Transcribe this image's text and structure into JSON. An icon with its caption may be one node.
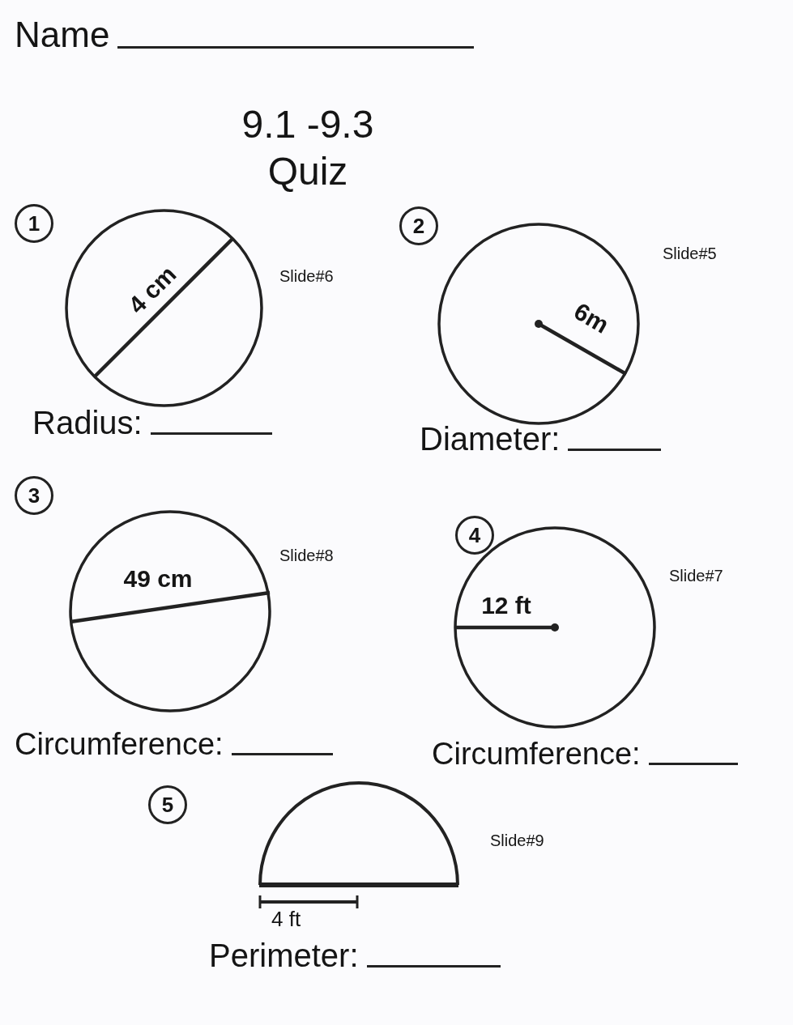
{
  "diagram": {
    "title": "9.1 -9.3 Quiz",
    "nodes": [
      {
        "text": [
          "1"
        ]
      },
      {
        "text": [
          "4 cm"
        ]
      },
      {
        "text": [
          "2"
        ]
      },
      {
        "text": [
          "6m"
        ]
      },
      {
        "text": [
          "3"
        ]
      },
      {
        "text": [
          "49 cm"
        ]
      },
      {
        "text": [
          "4"
        ]
      },
      {
        "text": [
          "12 ft"
        ]
      },
      {
        "text": [
          "5"
        ]
      },
      {
        "text": [],
        "shape": "semicircle"
      }
    ],
    "edges": [],
    "labels": [
      "Name",
      "Slide#6",
      "Radius:",
      "Slide#5",
      "Diameter:",
      "Slide#8",
      "Circumference:",
      "Slide#7",
      "Circumference:",
      "4 ft",
      "Slide#9",
      "Perimeter:"
    ]
  }
}
